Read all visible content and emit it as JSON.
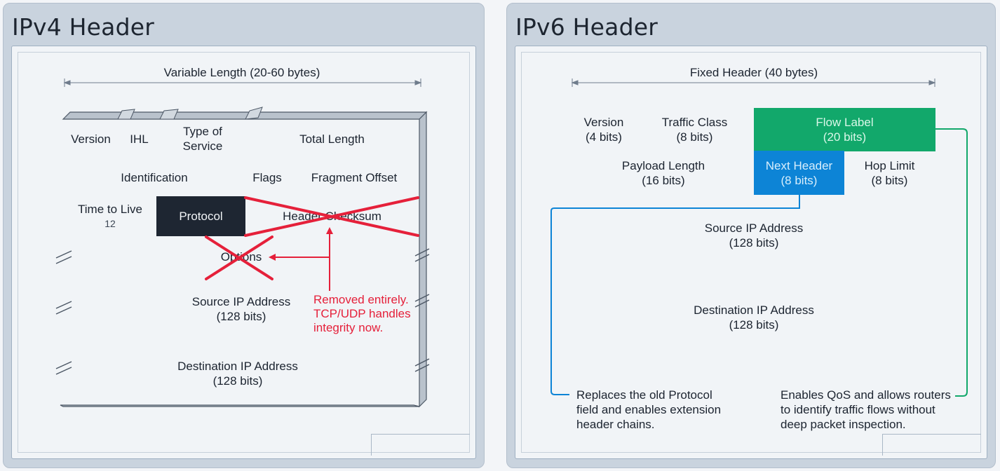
{
  "ipv4": {
    "title": "IPv4 Header",
    "dimension": "Variable Length (20-60 bytes)",
    "fields": {
      "version": "Version",
      "ihl": "IHL",
      "type_of_service_1": "Type of",
      "type_of_service_2": "Service",
      "total_length": "Total Length",
      "identification": "Identification",
      "flags": "Flags",
      "fragment_offset": "Fragment Offset",
      "ttl": "Time to Live",
      "ttl_value": "12",
      "protocol": "Protocol",
      "header_checksum": "Header Checksum",
      "options": "Options",
      "src_1": "Source IP Address",
      "src_2": "(128 bits)",
      "dst_1": "Destination IP Address",
      "dst_2": "(128 bits)"
    },
    "note_lines": [
      "Removed entirely.",
      "TCP/UDP handles",
      "integrity now."
    ],
    "note_color": "#e5203a"
  },
  "ipv6": {
    "title": "IPv6 Header",
    "dimension": "Fixed Header (40 bytes)",
    "fields": {
      "version_1": "Version",
      "version_2": "(4 bits)",
      "traffic_class_1": "Traffic Class",
      "traffic_class_2": "(8 bits)",
      "flow_label_1": "Flow Label",
      "flow_label_2": "(20 bits)",
      "payload_length_1": "Payload Length",
      "payload_length_2": "(16 bits)",
      "next_header_1": "Next Header",
      "next_header_2": "(8 bits)",
      "hop_limit_1": "Hop Limit",
      "hop_limit_2": "(8 bits)",
      "src_1": "Source IP Address",
      "src_2": "(128 bits)",
      "dst_1": "Destination IP Address",
      "dst_2": "(128 bits)"
    },
    "note_left": [
      "Replaces the old Protocol",
      "field and enables extension",
      "header chains."
    ],
    "note_right": [
      "Enables QoS and allows routers",
      "to identify traffic flows without",
      "deep packet inspection."
    ],
    "colors": {
      "flow_label": "#12a86b",
      "next_header": "#0d84d6",
      "protocol": "#1e2632"
    }
  }
}
